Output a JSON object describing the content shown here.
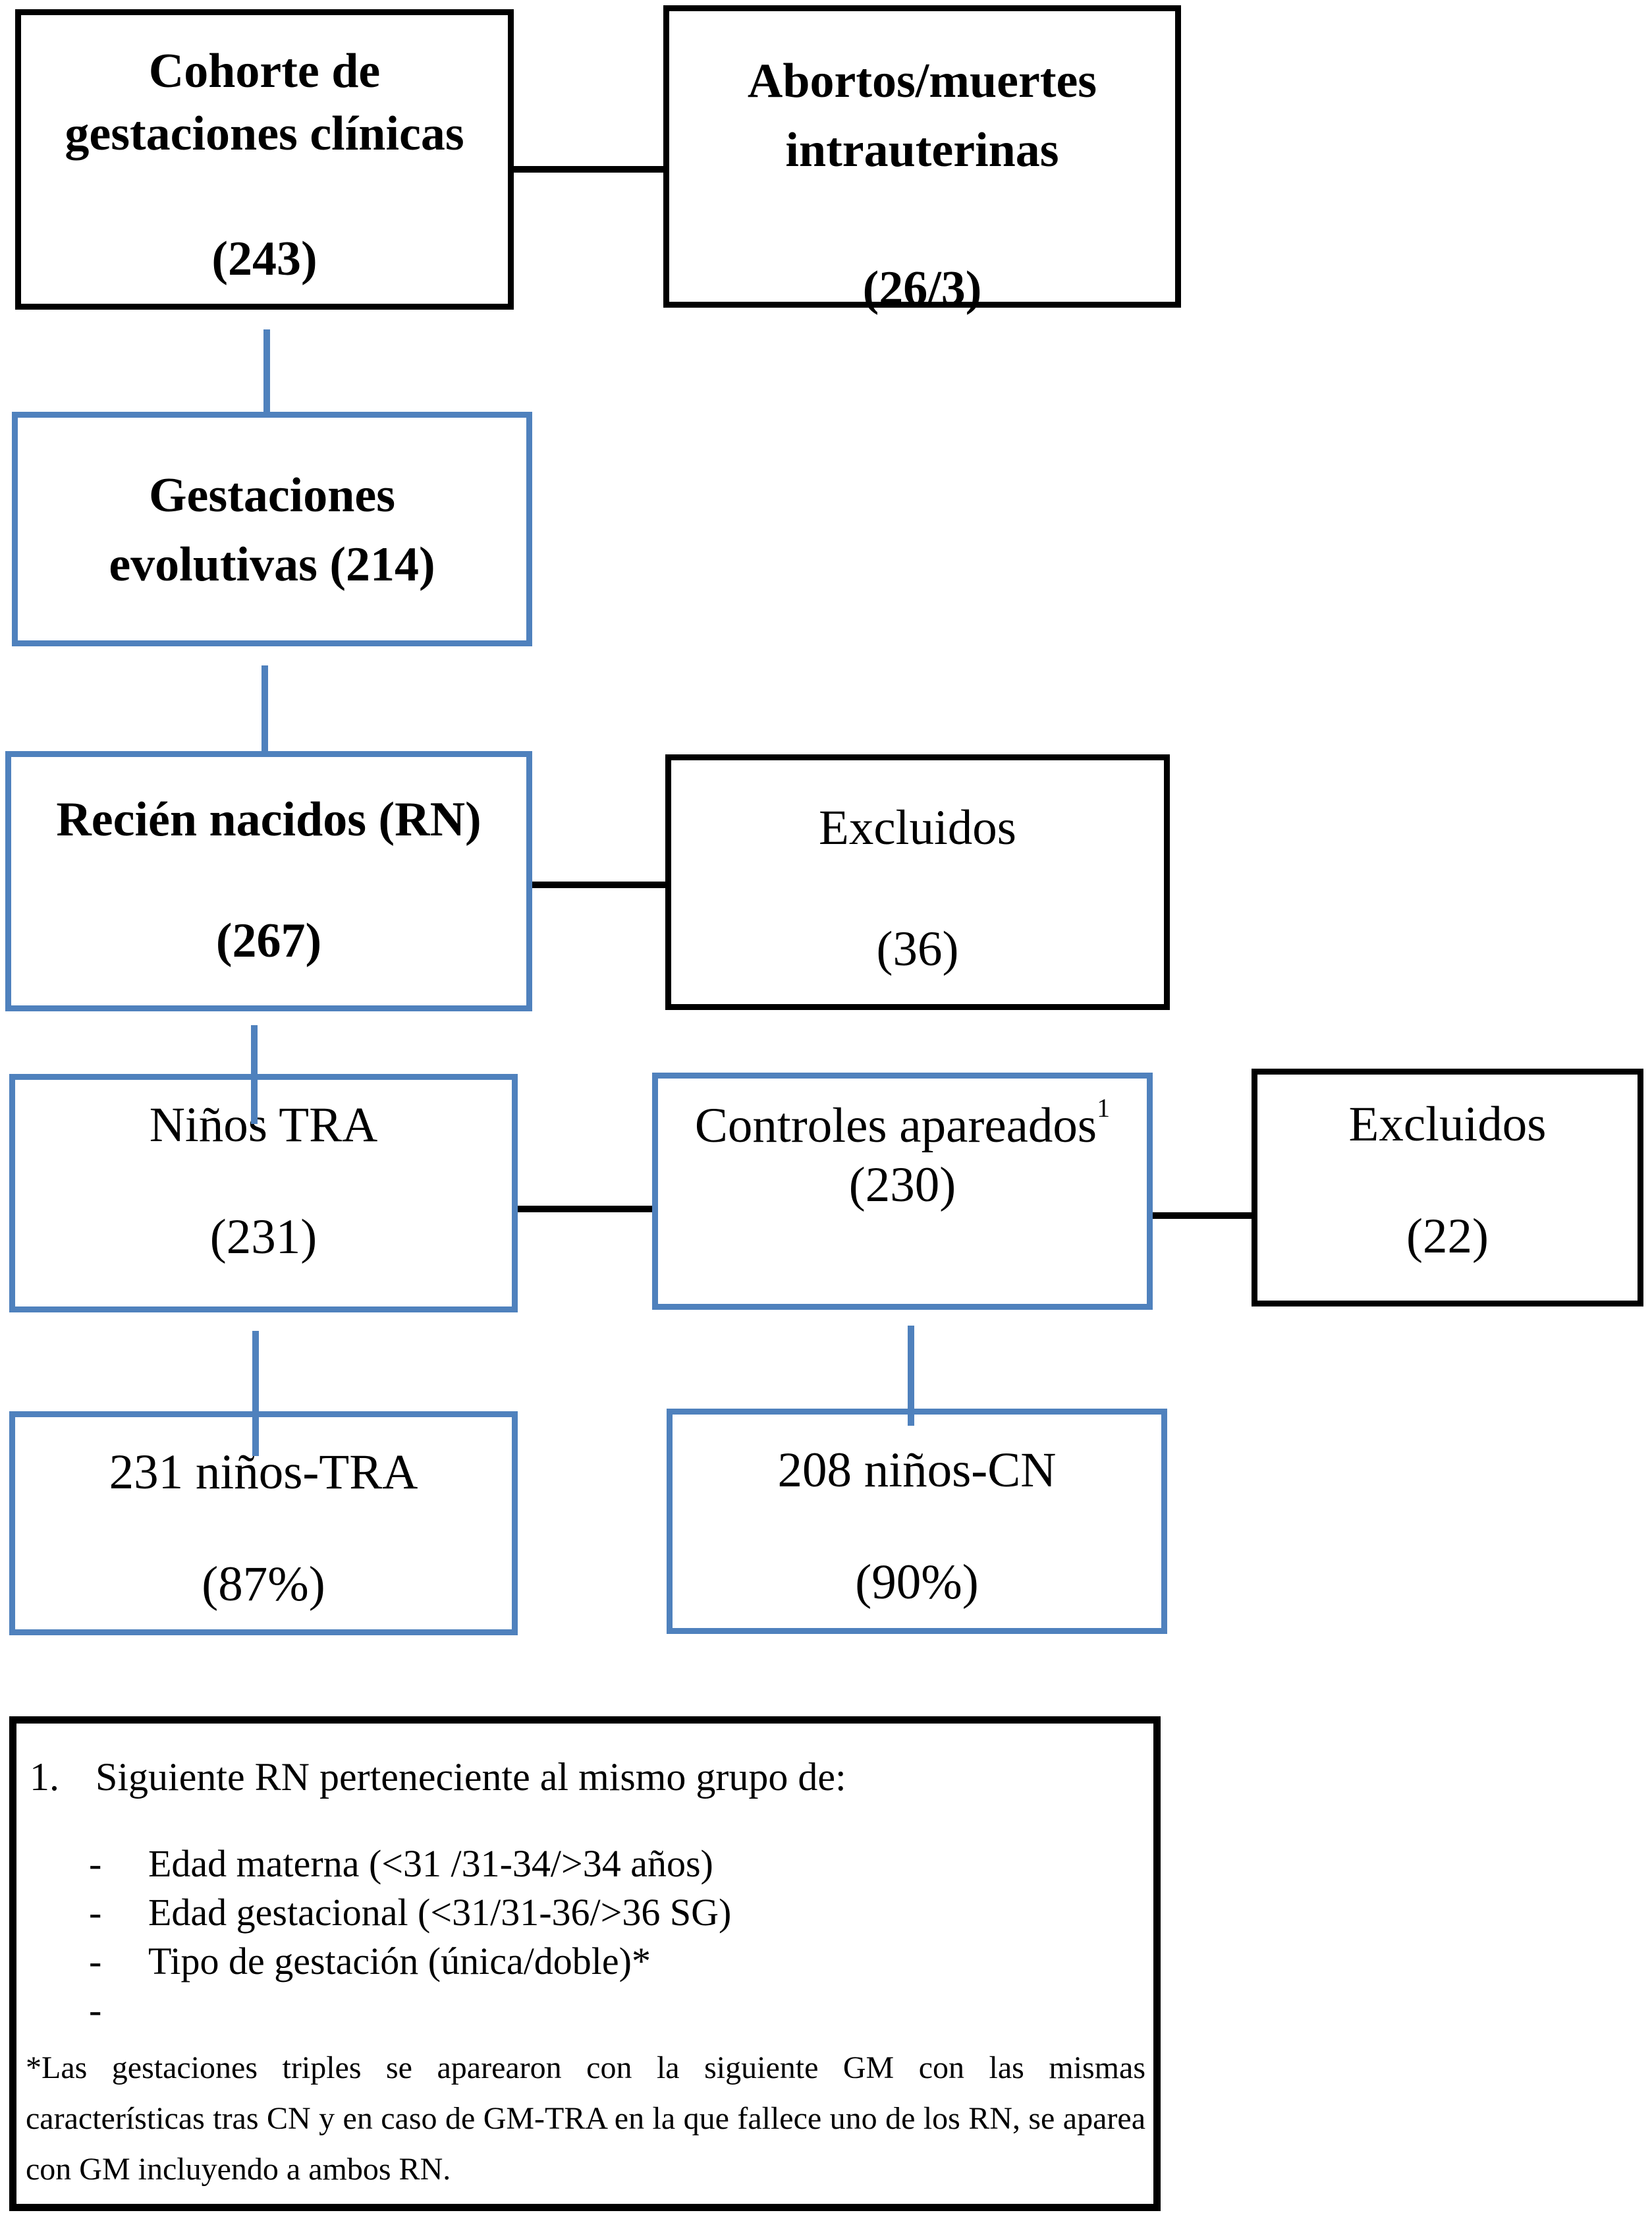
{
  "colors": {
    "blue": "#4f81bd",
    "black": "#000000"
  },
  "boxes": [
    {
      "lines": [
        "Cohorte de",
        "gestaciones clínicas",
        "",
        "(243)"
      ]
    },
    {
      "lines": [
        "Abortos/muertes",
        "intrauterinas",
        "",
        "(26/3)"
      ]
    },
    {
      "lines": [
        "Gestaciones",
        "evolutivas (214)"
      ]
    },
    {
      "lines": [
        "Recién nacidos (RN)",
        "",
        "(267)"
      ]
    },
    {
      "lines": [
        "Excluidos",
        "",
        "(36)"
      ]
    },
    {
      "lines": [
        "Niños TRA",
        "",
        "(231)"
      ]
    },
    {
      "line1": "Controles apareados",
      "line1_sup": "1",
      "line2": "(230)"
    },
    {
      "lines": [
        "Excluidos",
        "",
        "(22)"
      ]
    },
    {
      "lines": [
        "231 niños-TRA",
        "",
        "(87%)"
      ]
    },
    {
      "lines": [
        "208 niños-CN",
        "",
        "(90%)"
      ]
    }
  ],
  "footnote": {
    "number": "1.",
    "heading": "Siguiente RN perteneciente al mismo grupo de:",
    "bullet_marker": "-",
    "bullets": [
      "Edad materna (<31 /31-34/>34 años)",
      "Edad gestacional (<31/31-36/>36 SG)",
      "Tipo de gestación (única/doble)*",
      ""
    ],
    "note": "*Las gestaciones triples se aparearon con la siguiente GM con las mismas características tras CN y en caso de GM-TRA en la que fallece uno de los RN, se aparea con GM incluyendo a ambos RN."
  }
}
